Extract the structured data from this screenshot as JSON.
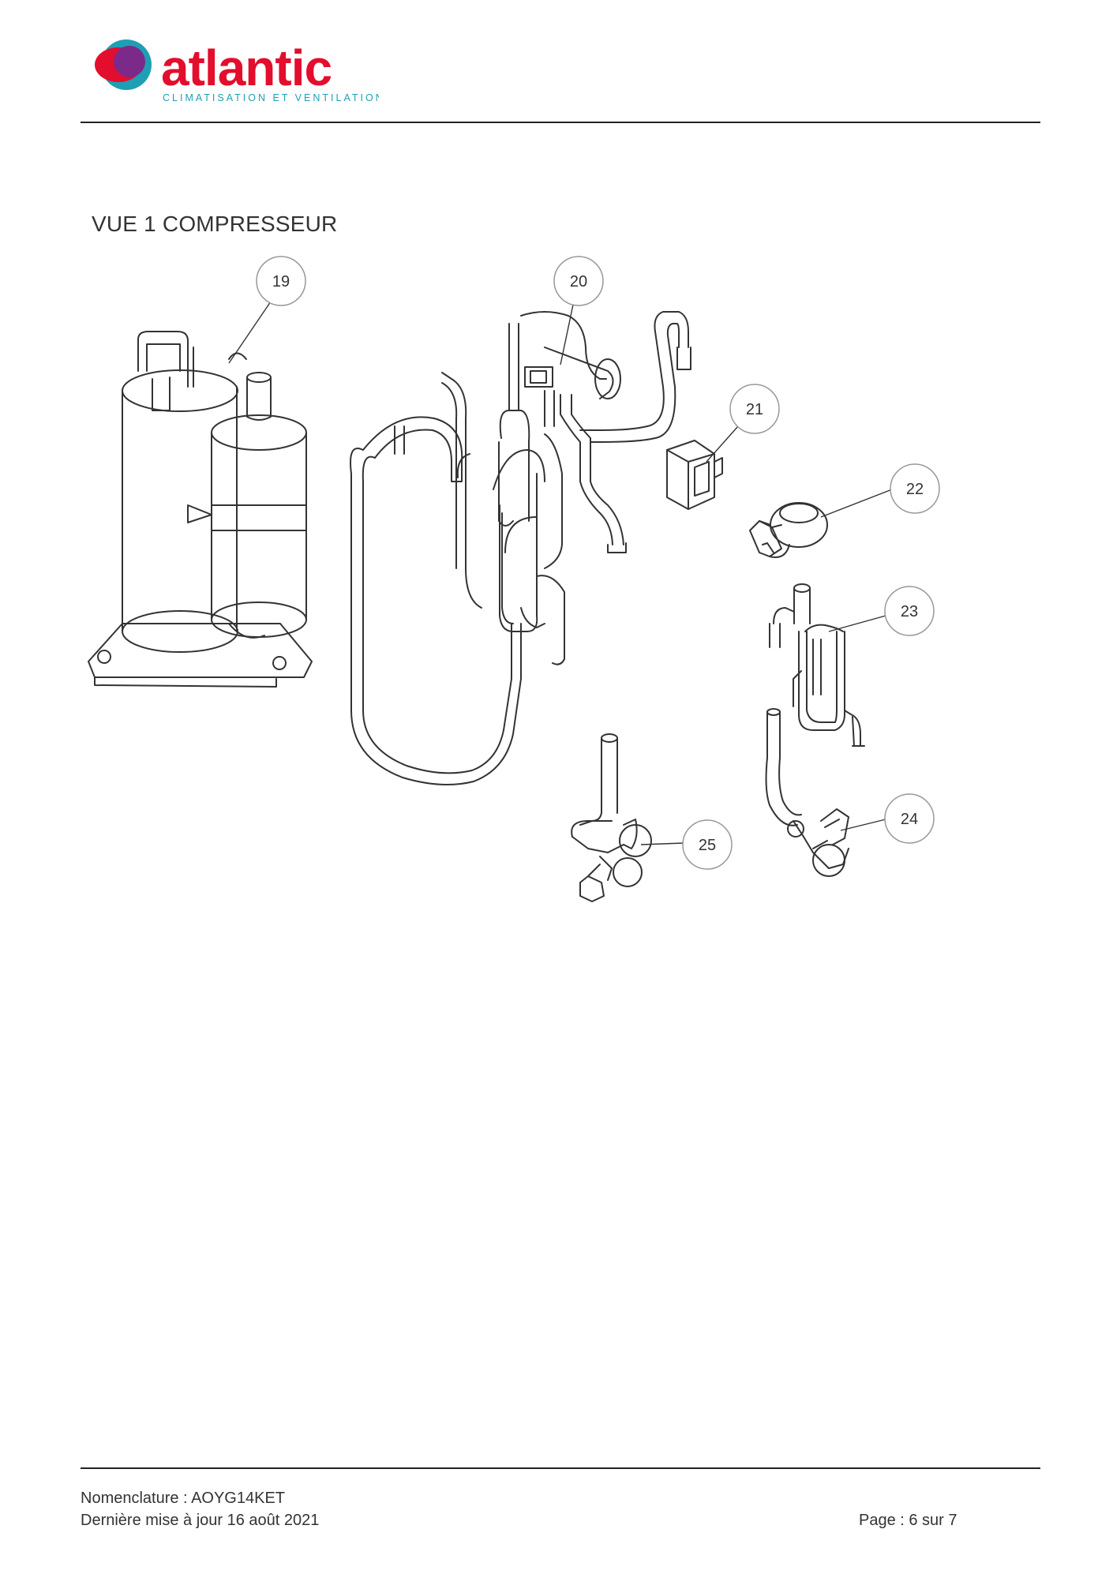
{
  "header": {
    "brand": "atlantic",
    "tagline": "CLIMATISATION ET VENTILATION",
    "colors": {
      "brand_red": "#e30e2d",
      "brand_teal": "#1e9fb4",
      "brand_purple": "#7b2a8a"
    }
  },
  "section_title": "VUE 1 COMPRESSEUR",
  "callouts": [
    {
      "id": "c19",
      "label": "19"
    },
    {
      "id": "c20",
      "label": "20"
    },
    {
      "id": "c21",
      "label": "21"
    },
    {
      "id": "c22",
      "label": "22"
    },
    {
      "id": "c23",
      "label": "23"
    },
    {
      "id": "c24",
      "label": "24"
    },
    {
      "id": "c25",
      "label": "25"
    }
  ],
  "footer": {
    "nomenclature": "Nomenclature : AOYG14KET",
    "updated": "Dernière mise à jour 16 août 2021",
    "page": "Page : 6 sur 7"
  }
}
